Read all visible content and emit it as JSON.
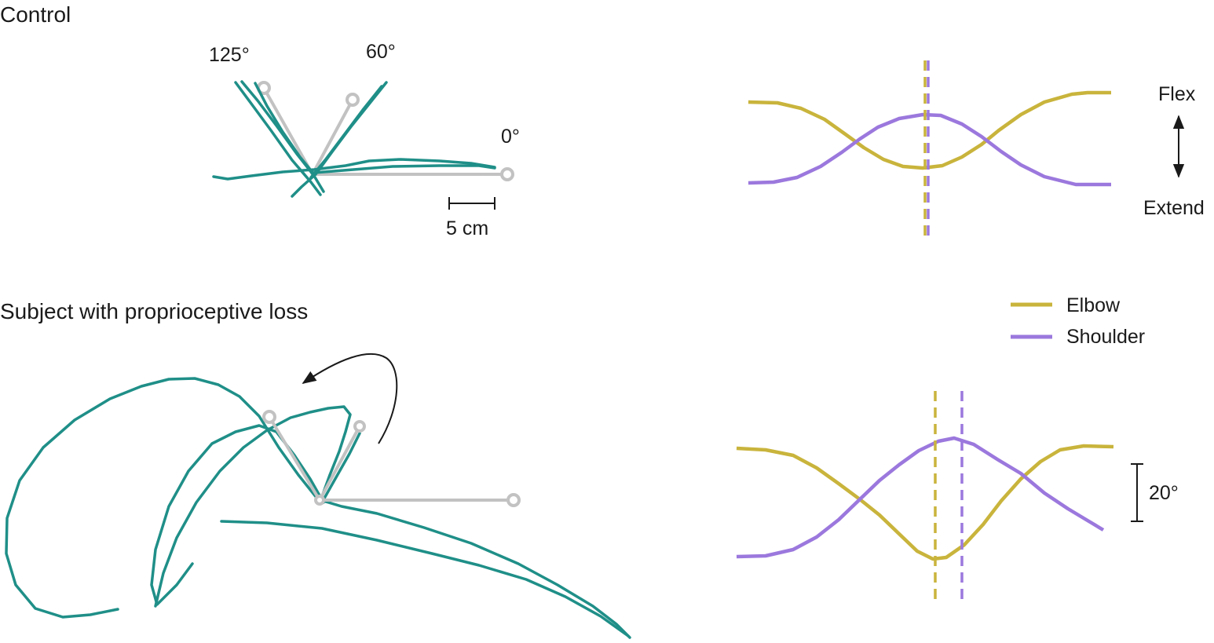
{
  "control": {
    "title": "Control",
    "angle_labels": [
      "125°",
      "60°",
      "0°"
    ],
    "scale_label": "5 cm"
  },
  "impaired": {
    "title": "Subject with proprioceptive loss"
  },
  "axis": {
    "flex_label": "Flex",
    "extend_label": "Extend",
    "scale_label": "20°"
  },
  "legend": {
    "items": [
      {
        "label": "Elbow",
        "color": "#c9b43c"
      },
      {
        "label": "Shoulder",
        "color": "#9b78dd"
      }
    ]
  },
  "colors": {
    "trajectory": "#1f8f88",
    "arm": "#c2c2c2",
    "elbow": "#c9b43c",
    "shoulder": "#9b78dd"
  }
}
